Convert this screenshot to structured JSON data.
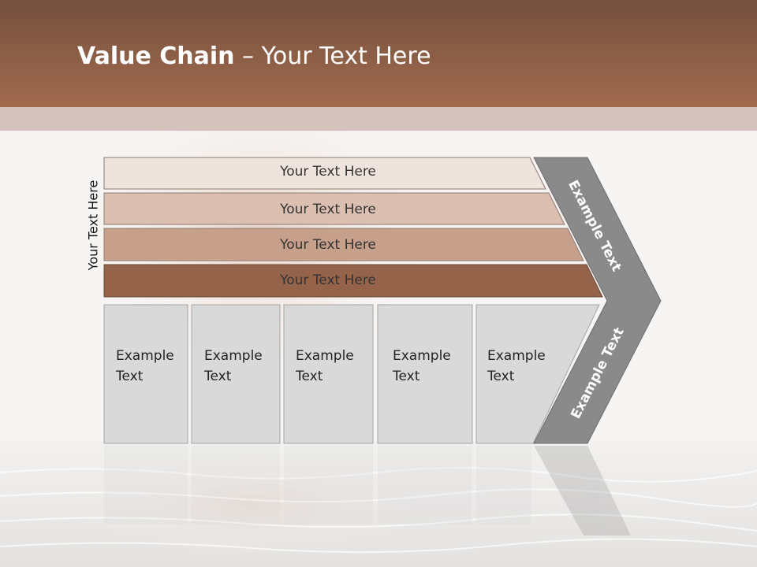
{
  "slide": {
    "title_bold": "Value Chain",
    "title_rest": " – Your Text Here",
    "side_label": "Your Text Here"
  },
  "rows": [
    {
      "label": "Your Text Here",
      "color": "#efe3dd"
    },
    {
      "label": "Your Text Here",
      "color": "#dbbfb0"
    },
    {
      "label": "Your Text Here",
      "color": "#c6a08a"
    },
    {
      "label": "Your Text Here",
      "color": "#946349"
    }
  ],
  "cells": [
    {
      "line1": "Example",
      "line2": "Text"
    },
    {
      "line1": "Example",
      "line2": "Text"
    },
    {
      "line1": "Example",
      "line2": "Text"
    },
    {
      "line1": "Example",
      "line2": "Text"
    },
    {
      "line1": "Example",
      "line2": "Text"
    }
  ],
  "chevron": {
    "top_label": "Example Text",
    "bottom_label": "Example Text",
    "color": "#8a8a8a"
  },
  "colors": {
    "header": "#a26b4f",
    "cell": "#d9d9d9"
  }
}
